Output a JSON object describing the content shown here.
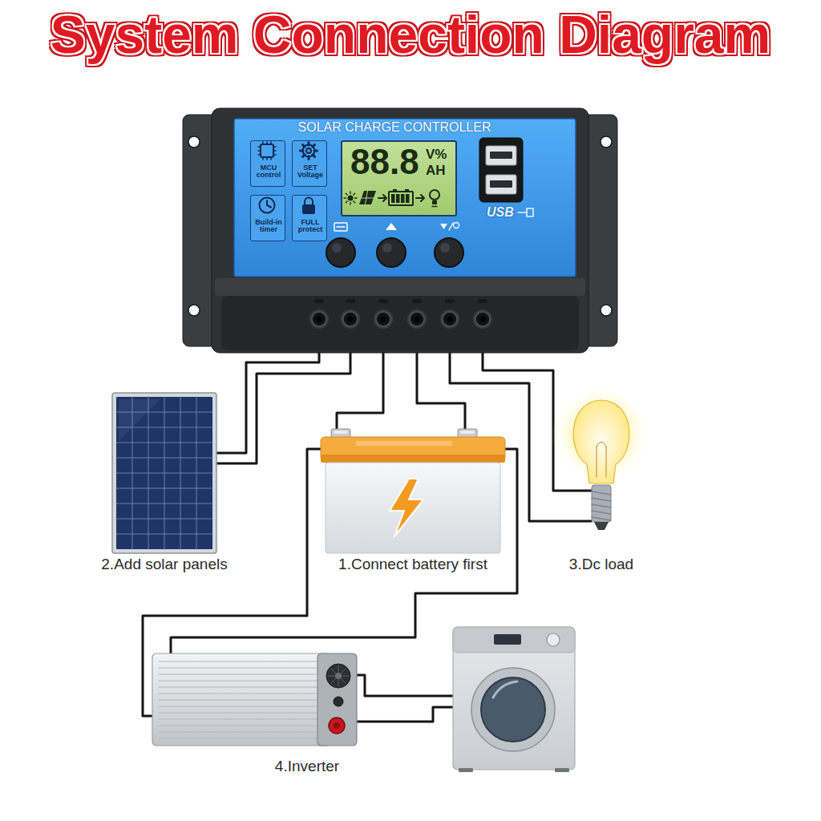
{
  "diagram": {
    "title": "System Connection Diagram",
    "nodes": [
      {
        "text": [
          "SOLAR CHARGE CONTROLLER"
        ]
      },
      {
        "text": [
          "MCU control"
        ],
        "in": 0
      },
      {
        "text": [
          "SET Voltage"
        ],
        "in": 0
      },
      {
        "text": [
          "88.8",
          "V%",
          "AH"
        ],
        "in": 0
      },
      {
        "text": [
          "Build-in timer"
        ],
        "in": 0
      },
      {
        "text": [
          "FULL protect"
        ],
        "in": 0
      },
      {
        "text": [
          "2.Add solar panels"
        ]
      },
      {
        "text": [
          "1.Connect battery first"
        ]
      },
      {
        "text": [
          "3.Dc load"
        ]
      },
      {
        "text": [
          "4.Inverter"
        ]
      }
    ],
    "edges": [
      {
        "from": 0,
        "to": 6,
        "arrow": "none"
      },
      {
        "from": 0,
        "to": 6,
        "arrow": "none"
      },
      {
        "from": 0,
        "to": 7,
        "arrow": "none"
      },
      {
        "from": 0,
        "to": 7,
        "arrow": "none"
      },
      {
        "from": 0,
        "to": 8,
        "arrow": "none"
      },
      {
        "from": 0,
        "to": 8,
        "arrow": "none"
      },
      {
        "from": 7,
        "to": 9,
        "arrow": "none"
      },
      {
        "from": 7,
        "to": 9,
        "arrow": "none"
      }
    ],
    "labels": [
      "USB"
    ]
  }
}
